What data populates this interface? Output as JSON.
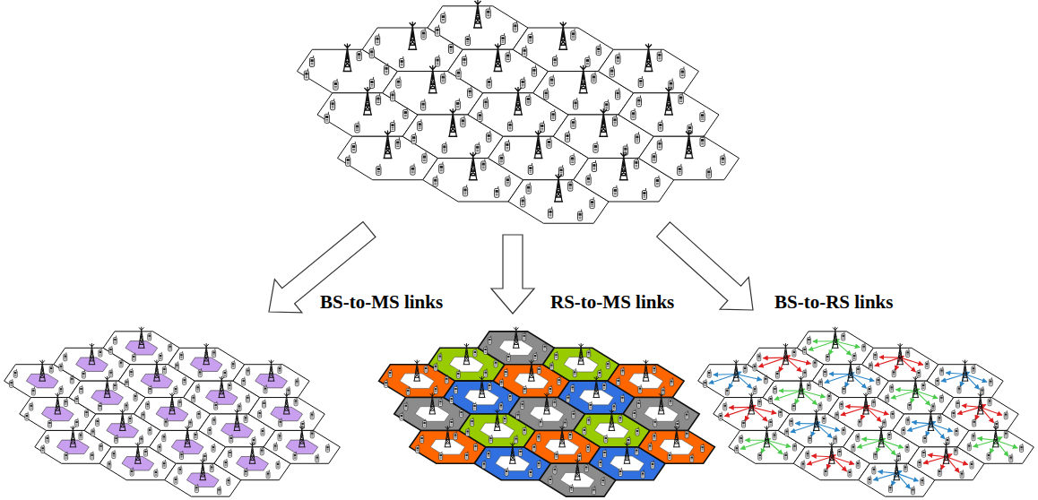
{
  "diagram": {
    "labels": [
      "BS-to-MS links",
      "RS-to-MS links",
      "BS-to-RS links"
    ]
  }
}
